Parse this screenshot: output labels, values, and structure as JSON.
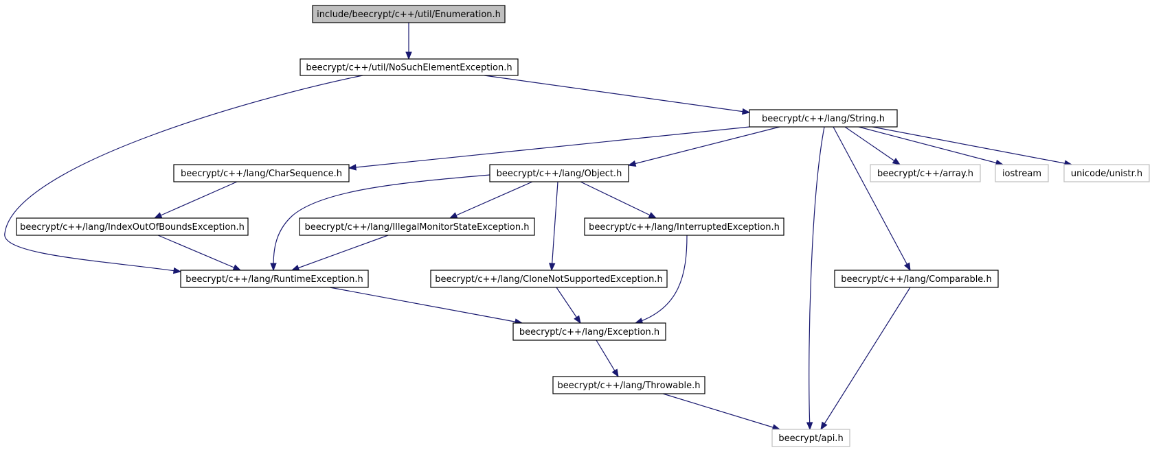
{
  "diagram": {
    "type": "include-dependency-graph",
    "colors": {
      "edge": "#191970",
      "root_fill": "#bfbfbf",
      "node_border": "#000000",
      "external_border": "#bfbfbf"
    },
    "nodes": [
      {
        "id": "enumeration",
        "label": "include/beecrypt/c++/util/Enumeration.h",
        "style": "root"
      },
      {
        "id": "nosuchelement",
        "label": "beecrypt/c++/util/NoSuchElementException.h",
        "style": "normal"
      },
      {
        "id": "string",
        "label": "beecrypt/c++/lang/String.h",
        "style": "normal"
      },
      {
        "id": "charsequence",
        "label": "beecrypt/c++/lang/CharSequence.h",
        "style": "normal"
      },
      {
        "id": "object",
        "label": "beecrypt/c++/lang/Object.h",
        "style": "normal"
      },
      {
        "id": "array",
        "label": "beecrypt/c++/array.h",
        "style": "external"
      },
      {
        "id": "iostream",
        "label": "iostream",
        "style": "external"
      },
      {
        "id": "unistr",
        "label": "unicode/unistr.h",
        "style": "external"
      },
      {
        "id": "indexoutofbounds",
        "label": "beecrypt/c++/lang/IndexOutOfBoundsException.h",
        "style": "normal"
      },
      {
        "id": "illegalmonitor",
        "label": "beecrypt/c++/lang/IllegalMonitorStateException.h",
        "style": "normal"
      },
      {
        "id": "interrupted",
        "label": "beecrypt/c++/lang/InterruptedException.h",
        "style": "normal"
      },
      {
        "id": "runtime",
        "label": "beecrypt/c++/lang/RuntimeException.h",
        "style": "normal"
      },
      {
        "id": "clonenotsupported",
        "label": "beecrypt/c++/lang/CloneNotSupportedException.h",
        "style": "normal"
      },
      {
        "id": "comparable",
        "label": "beecrypt/c++/lang/Comparable.h",
        "style": "normal"
      },
      {
        "id": "exception",
        "label": "beecrypt/c++/lang/Exception.h",
        "style": "normal"
      },
      {
        "id": "throwable",
        "label": "beecrypt/c++/lang/Throwable.h",
        "style": "normal"
      },
      {
        "id": "api",
        "label": "beecrypt/api.h",
        "style": "external"
      }
    ],
    "edges": [
      {
        "from": "enumeration",
        "to": "nosuchelement"
      },
      {
        "from": "nosuchelement",
        "to": "string"
      },
      {
        "from": "nosuchelement",
        "to": "runtime"
      },
      {
        "from": "string",
        "to": "charsequence"
      },
      {
        "from": "string",
        "to": "object"
      },
      {
        "from": "string",
        "to": "array"
      },
      {
        "from": "string",
        "to": "iostream"
      },
      {
        "from": "string",
        "to": "unistr"
      },
      {
        "from": "string",
        "to": "comparable"
      },
      {
        "from": "string",
        "to": "api"
      },
      {
        "from": "charsequence",
        "to": "indexoutofbounds"
      },
      {
        "from": "indexoutofbounds",
        "to": "runtime"
      },
      {
        "from": "object",
        "to": "runtime"
      },
      {
        "from": "object",
        "to": "illegalmonitor"
      },
      {
        "from": "object",
        "to": "interrupted"
      },
      {
        "from": "object",
        "to": "clonenotsupported"
      },
      {
        "from": "illegalmonitor",
        "to": "runtime"
      },
      {
        "from": "interrupted",
        "to": "exception"
      },
      {
        "from": "runtime",
        "to": "exception"
      },
      {
        "from": "clonenotsupported",
        "to": "exception"
      },
      {
        "from": "comparable",
        "to": "api"
      },
      {
        "from": "exception",
        "to": "throwable"
      },
      {
        "from": "throwable",
        "to": "api"
      }
    ]
  }
}
